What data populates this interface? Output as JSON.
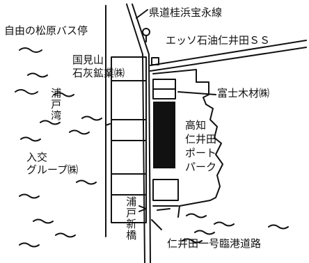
{
  "map": {
    "colors": {
      "ink": "#111111",
      "paper": "#ffffff"
    },
    "labels": {
      "route": "県道桂浜宝永線",
      "bus_stop": "自由の松原バス停",
      "gas_station": "エッソ石油仁井田ＳＳ",
      "kunimiyama_l1": "国見山",
      "kunimiyama_l2": "石灰鉱業㈱",
      "bay": "浦戸湾",
      "fuji": "富士木材㈱",
      "port_park_l1": "高知",
      "port_park_l2": "仁井田",
      "port_park_l3": "ポート",
      "port_park_l4": "パーク",
      "irifumi_l1": "入交",
      "irifumi_l2": "グループ㈱",
      "bridge": "浦戸新橋",
      "port_road": "仁井田一号臨港道路"
    }
  }
}
